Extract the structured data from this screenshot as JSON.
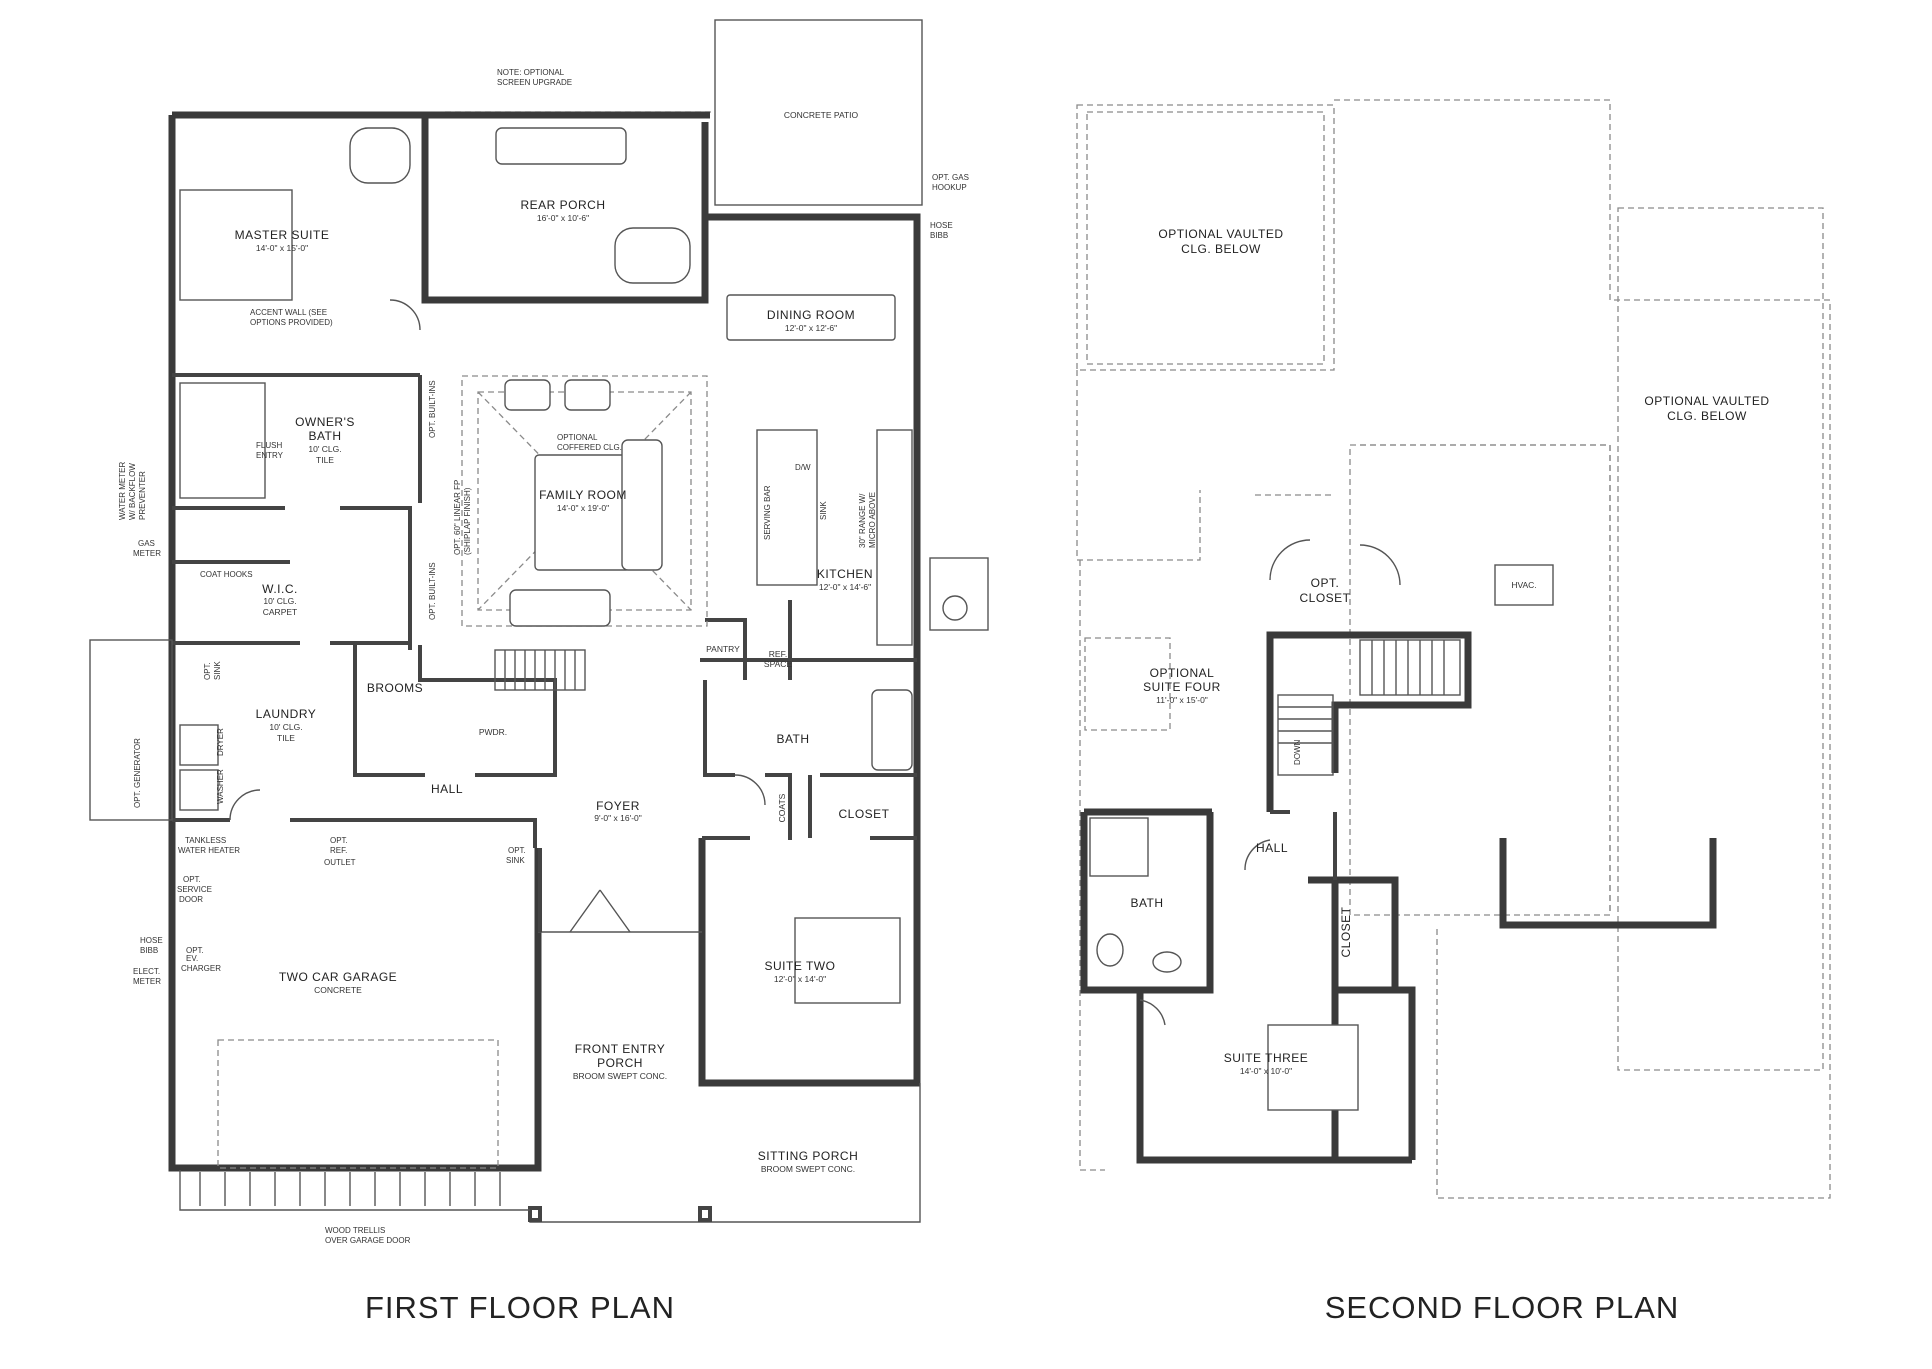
{
  "titles": {
    "first": "FIRST FLOOR PLAN",
    "second": "SECOND FLOOR PLAN"
  },
  "first_floor": {
    "master_suite": {
      "name": "MASTER SUITE",
      "dim": "14'-0\" x 15'-0\""
    },
    "rear_porch": {
      "name": "REAR PORCH",
      "dim": "16'-0\" x 10'-6\""
    },
    "concrete_patio": "CONCRETE PATIO",
    "dining_room": {
      "name": "DINING ROOM",
      "dim": "12'-0\" x 12'-6\""
    },
    "owners_bath": {
      "line1": "OWNER'S",
      "line2": "BATH",
      "line3": "10' CLG.",
      "line4": "TILE"
    },
    "family_room": {
      "name": "FAMILY ROOM",
      "dim": "14'-0\" x 19'-0\""
    },
    "kitchen": {
      "name": "KITCHEN",
      "dim": "12'-0\" x 14'-6\""
    },
    "wic": {
      "line1": "W.I.C.",
      "line2": "10' CLG.",
      "line3": "CARPET"
    },
    "laundry": {
      "line1": "LAUNDRY",
      "line2": "10' CLG.",
      "line3": "TILE"
    },
    "brooms": "BROOMS",
    "pwdr": "PWDR.",
    "hall": "HALL",
    "pantry": "PANTRY",
    "ref_space": {
      "line1": "REF.",
      "line2": "SPACE"
    },
    "bath": "BATH",
    "foyer": {
      "name": "FOYER",
      "dim": "9'-0\" x 16'-0\""
    },
    "coats": "COATS",
    "closet": "CLOSET",
    "suite_two": {
      "name": "SUITE TWO",
      "dim": "12'-0\" x 14'-0\""
    },
    "garage": {
      "name": "TWO CAR GARAGE",
      "sub": "CONCRETE"
    },
    "front_porch": {
      "line1": "FRONT ENTRY",
      "line2": "PORCH",
      "line3": "BROOM SWEPT CONC."
    },
    "sitting_porch": {
      "name": "SITTING PORCH",
      "sub": "BROOM SWEPT CONC."
    },
    "serving_bar": "SERVING BAR",
    "sink": "SINK",
    "dw": "D/W",
    "dryer": "DRYER",
    "washer": "WASHER",
    "coat_hooks": "COAT HOOKS",
    "notes": {
      "screen1": "NOTE: OPTIONAL",
      "screen2": "SCREEN UPGRADE",
      "gas1": "OPT. GAS",
      "gas2": "HOOKUP",
      "hose": "HOSE",
      "bibb": "BIBB",
      "accent1": "ACCENT WALL (SEE",
      "accent2": "OPTIONS PROVIDED)",
      "coffer1": "OPTIONAL",
      "coffer2": "COFFERED CLG.",
      "range1": "30\" RANGE W/",
      "range2": "MICRO ABOVE",
      "fp1": "OPT. 60\" LINEAR FP",
      "fp2": "(SHIPLAP FINISH)",
      "builtins": "OPT. BUILT-INS",
      "flush": "FLUSH",
      "entry": "ENTRY",
      "water1": "WATER METER",
      "water2": "W/ BACKFLOW",
      "water3": "PREVENTER",
      "gas_meter1": "GAS",
      "gas_meter2": "METER",
      "opt_sink": "OPT.",
      "sink2": "SINK",
      "opt_gen": "OPT. GENERATOR",
      "tankless1": "TANKLESS",
      "tankless2": "WATER HEATER",
      "ref_outlet1": "OPT.",
      "ref_outlet2": "REF.",
      "ref_outlet3": "OUTLET",
      "service1": "OPT.",
      "service2": "SERVICE",
      "service3": "DOOR",
      "hose2": "HOSE",
      "bibb2": "BIBB",
      "ev1": "OPT.",
      "ev2": "EV.",
      "ev3": "CHARGER",
      "elect1": "ELECT.",
      "elect2": "METER",
      "trellis1": "WOOD TRELLIS",
      "trellis2": "OVER GARAGE DOOR",
      "optsink_g1": "OPT.",
      "optsink_g2": "SINK"
    }
  },
  "second_floor": {
    "vaulted_left": {
      "line1": "OPTIONAL VAULTED",
      "line2": "CLG. BELOW"
    },
    "vaulted_right": {
      "line1": "OPTIONAL VAULTED",
      "line2": "CLG. BELOW"
    },
    "hvac": "HVAC.",
    "opt_closet": {
      "line1": "OPT.",
      "line2": "CLOSET"
    },
    "suite_four": {
      "line1": "OPTIONAL",
      "line2": "SUITE FOUR",
      "dim": "11'-0\" x 15'-0\""
    },
    "hall": "HALL",
    "bath": "BATH",
    "closet": "CLOSET",
    "suite_three": {
      "name": "SUITE THREE",
      "dim": "14'-0\" x 10'-0\""
    },
    "down": "DOWN"
  }
}
